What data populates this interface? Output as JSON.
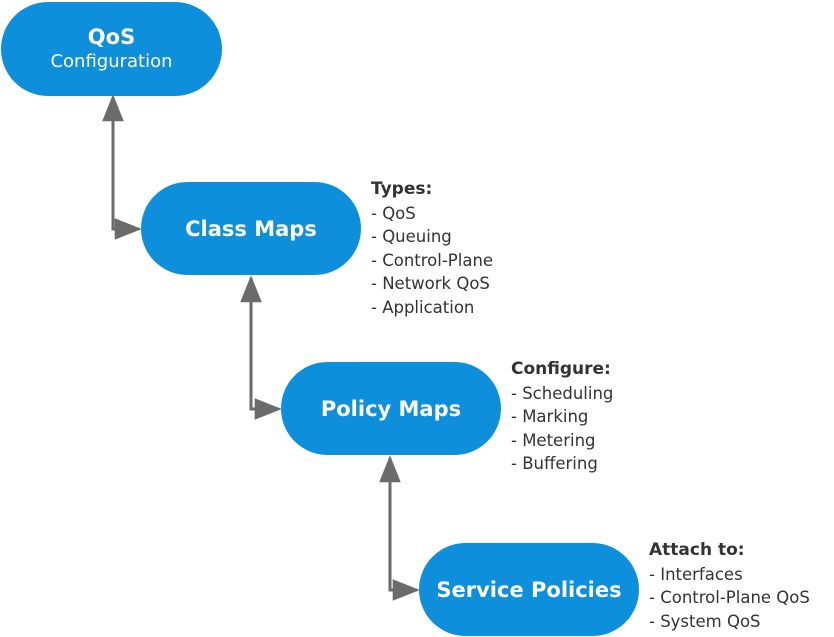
{
  "nodes": {
    "qos": {
      "title": "QoS",
      "subtitle": "Configuration"
    },
    "class_maps": {
      "title": "Class Maps"
    },
    "policy_maps": {
      "title": "Policy Maps"
    },
    "service_policies": {
      "title": "Service Policies"
    }
  },
  "notes": {
    "types": {
      "heading": "Types:",
      "items": [
        "- QoS",
        "- Queuing",
        "- Control-Plane",
        "- Network QoS",
        "- Application"
      ]
    },
    "configure": {
      "heading": "Configure:",
      "items": [
        "- Scheduling",
        "- Marking",
        "- Metering",
        "- Buffering"
      ]
    },
    "attach": {
      "heading": "Attach to:",
      "items": [
        "- Interfaces",
        "- Control-Plane QoS",
        "- System QoS"
      ]
    }
  },
  "colors": {
    "node_fill": "#0d8fdb",
    "connector": "#6b6b6b",
    "note_text": "#333333"
  }
}
